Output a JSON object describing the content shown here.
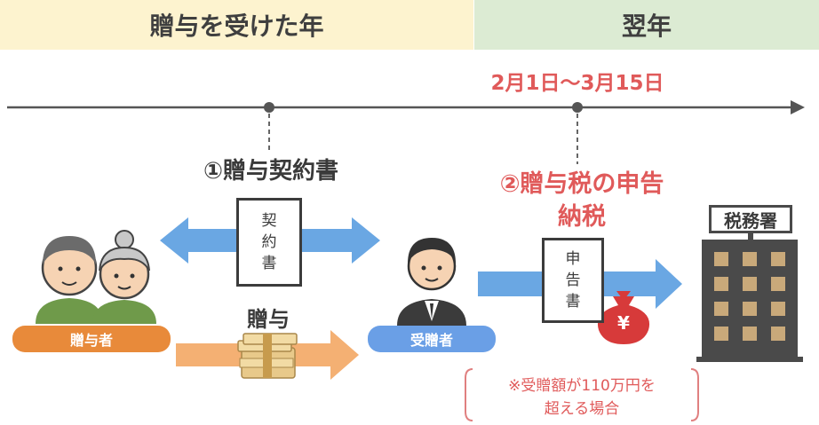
{
  "header": {
    "gift_year": "贈与を受けた年",
    "next_year": "翌年"
  },
  "timeline": {
    "period": "2月1日～3月15日"
  },
  "steps": {
    "contract": "①贈与契約書",
    "tax_line1": "②贈与税の申告",
    "tax_line2": "納税"
  },
  "documents": {
    "contract_chars": [
      "契",
      "約",
      "書"
    ],
    "return_chars": [
      "申",
      "告",
      "書"
    ]
  },
  "people": {
    "giver": "贈与者",
    "receiver": "受贈者"
  },
  "gift_label": "贈与",
  "tax_office": "税務署",
  "yen_symbol": "¥",
  "note": {
    "line1": "※受贈額が110万円を",
    "line2": "超える場合"
  },
  "colors": {
    "band_left": "#fdf3cf",
    "band_right": "#dcebd3",
    "accent_red": "#e05a5a",
    "arrow_blue": "#6aa7e3",
    "arrow_orange": "#f4b073",
    "giver_pill": "#e88a3a",
    "receiver_pill": "#6a9fe6"
  }
}
